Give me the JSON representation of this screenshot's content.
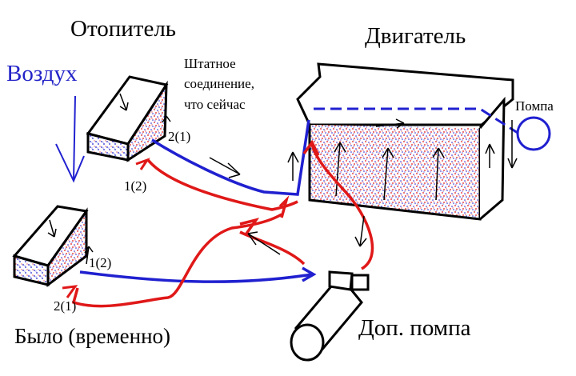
{
  "labels": {
    "heater": "Отопитель",
    "engine": "Двигатель",
    "air": "Воздух",
    "standard_connection": [
      "Штатное",
      "соединение,",
      "что сейчас"
    ],
    "pump": "Помпа",
    "extra_pump": "Доп. помпа",
    "was_temporary": "Было (временно)",
    "port_upper_out": "2(1)",
    "port_upper_in": "1(2)",
    "port_lower_out": "1(2)",
    "port_lower_in": "2(1)"
  },
  "colors": {
    "hot": "#e01818",
    "cold": "#2020d0",
    "outline": "#000000",
    "air_text": "#2323c8"
  }
}
